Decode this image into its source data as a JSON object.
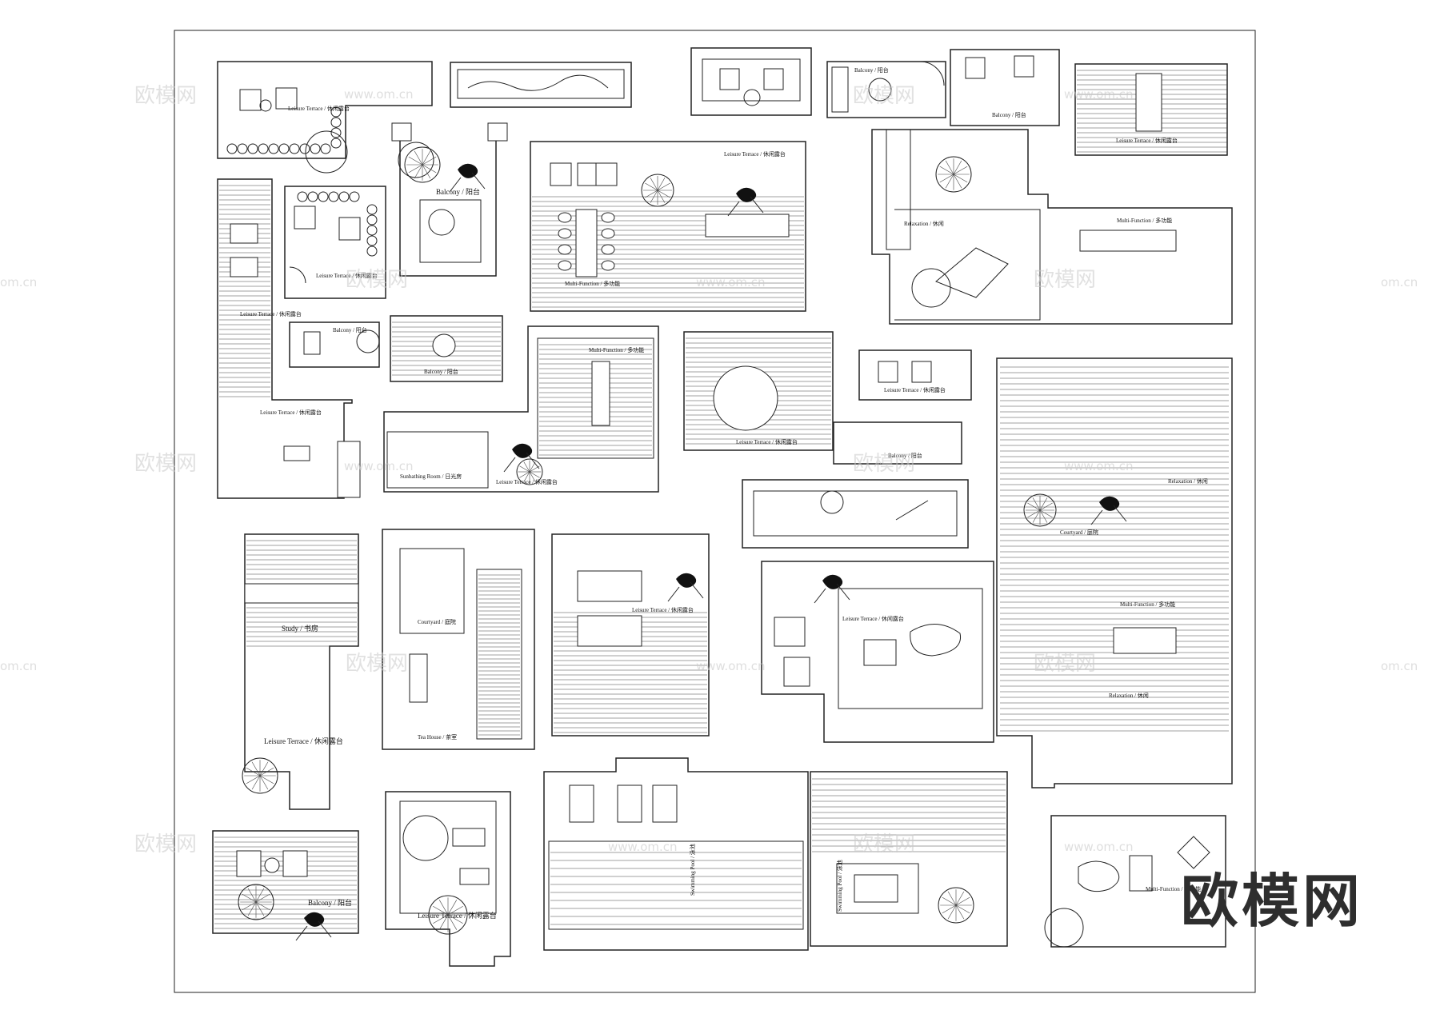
{
  "drawing": {
    "logo": "欧模网",
    "watermark_text": "欧模网",
    "watermark_url": "www.om.cn",
    "watermark_url_short": "om.cn",
    "colors": {
      "line": "#222222",
      "paper": "#ffffff",
      "watermark": "#c9c9c9",
      "logo": "#2e2e2e"
    }
  },
  "labels": {
    "l01": "Leisure Terrace / 休闲露台",
    "l02": "Balcony / 阳台",
    "l03": "Balcony / 阳台",
    "l04": "Leisure Terrace / 休闲露台",
    "l05": "Leisure Terrace / 休闲露台",
    "l06": "Multi-Function / 多功能",
    "l07": "Leisure Terrace / 休闲露台",
    "l08": "Relaxation / 休闲",
    "l09": "Multi-Function / 多功能",
    "l10": "Leisure Terrace / 休闲露台",
    "l11": "Balcony / 阳台",
    "l12": "Balcony / 阳台",
    "l13": "Leisure Terrace / 休闲露台",
    "l14": "Multi-Function / 多功能",
    "l15": "Leisure Terrace / 休闲露台",
    "l16": "Balcony / 阳台",
    "l17": "Sunbathing Room / 日光房",
    "l18": "Leisure Terrace / 休闲露台",
    "l19": "Leisure Terrace / 休闲露台",
    "l20": "Leisure Terrace / 休闲露台",
    "l21": "Balcony / 阳台",
    "l22": "Leisure Terrace / 休闲露台",
    "l23": "Relaxation / 休闲",
    "l24": "Courtyard / 庭院",
    "l25": "Study / 书房",
    "l26": "Leisure Terrace / 休闲露台",
    "l27": "Courtyard / 庭院",
    "l28": "Tea House / 茶室",
    "l29": "Leisure Terrace / 休闲露台",
    "l30": "Leisure Terrace / 休闲露台",
    "l31": "Multi-Function / 多功能",
    "l32": "Relaxation / 休闲",
    "l33": "Balcony / 阳台",
    "l34": "Leisure Terrace / 休闲露台",
    "l35": "Multi-Function / 多功能",
    "l36": "Swimming Pool / 泳池",
    "l37": "Swimming Pool / 泳池"
  }
}
